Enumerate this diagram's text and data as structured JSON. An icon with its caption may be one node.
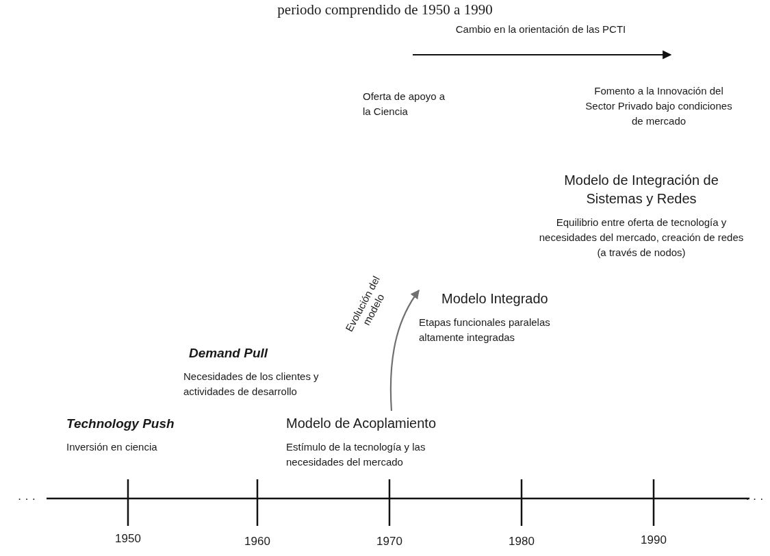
{
  "diagram": {
    "title": "periodo comprendido de 1950 a 1990",
    "nodes": [
      {
        "text": [
          "Oferta de apoyo a la Ciencia"
        ]
      },
      {
        "text": [
          "Fomento a la Innovación del Sector Privado bajo condiciones de mercado"
        ]
      },
      {
        "text": [
          "Modelo de Integración de Sistemas y Redes",
          "Equilibrio entre oferta de tecnología y necesidades del mercado, creación de redes (a través de nodos)"
        ]
      },
      {
        "text": [
          "Modelo Integrado",
          "Etapas funcionales paralelas altamente integradas"
        ]
      },
      {
        "text": [
          "Demand Pull",
          "Necesidades de los clientes y actividades de desarrollo"
        ]
      },
      {
        "text": [
          "Technology Push",
          "Inversión en ciencia"
        ]
      },
      {
        "text": [
          "Modelo de Acoplamiento",
          "Estímulo de la tecnología y las necesidades del mercado"
        ]
      }
    ],
    "edges": [
      {
        "from": 0,
        "to": 1,
        "arrow": "to",
        "label": "Cambio en la orientación de las PCTI"
      },
      {
        "from": 6,
        "to": 3,
        "arrow": "to",
        "label": "Evolución del modelo",
        "color": "#707070"
      }
    ],
    "labels": [
      "· · ·",
      "· · ·",
      "1950",
      "1960",
      "1970",
      "1980",
      "1990"
    ]
  }
}
